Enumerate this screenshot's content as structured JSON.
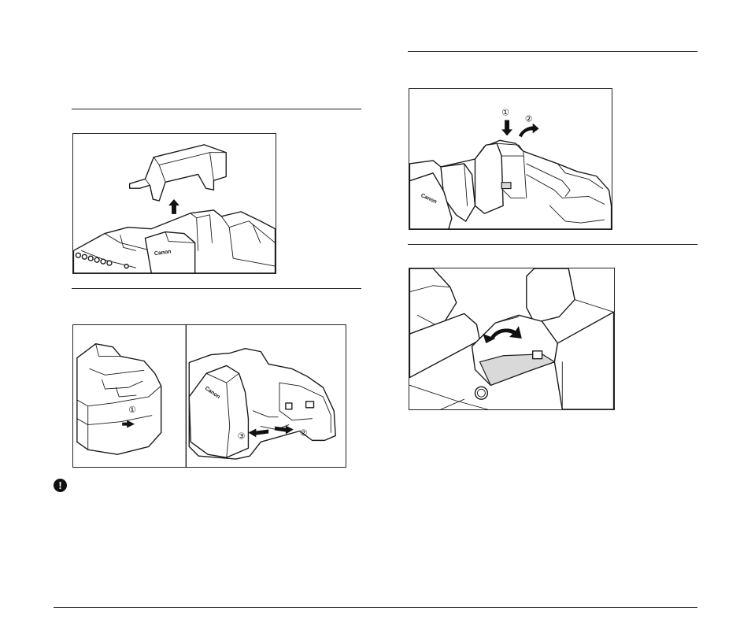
{
  "figures": {
    "remove_cover": {
      "brand": "Canon"
    },
    "open_covers": {
      "step1": "①",
      "step2": "②",
      "step3": "③",
      "brand": "Canon"
    },
    "press_lever": {
      "step1": "①",
      "step2": "②",
      "brand": "Canon"
    },
    "flip_part": {}
  },
  "caution": {
    "icon": "!"
  }
}
